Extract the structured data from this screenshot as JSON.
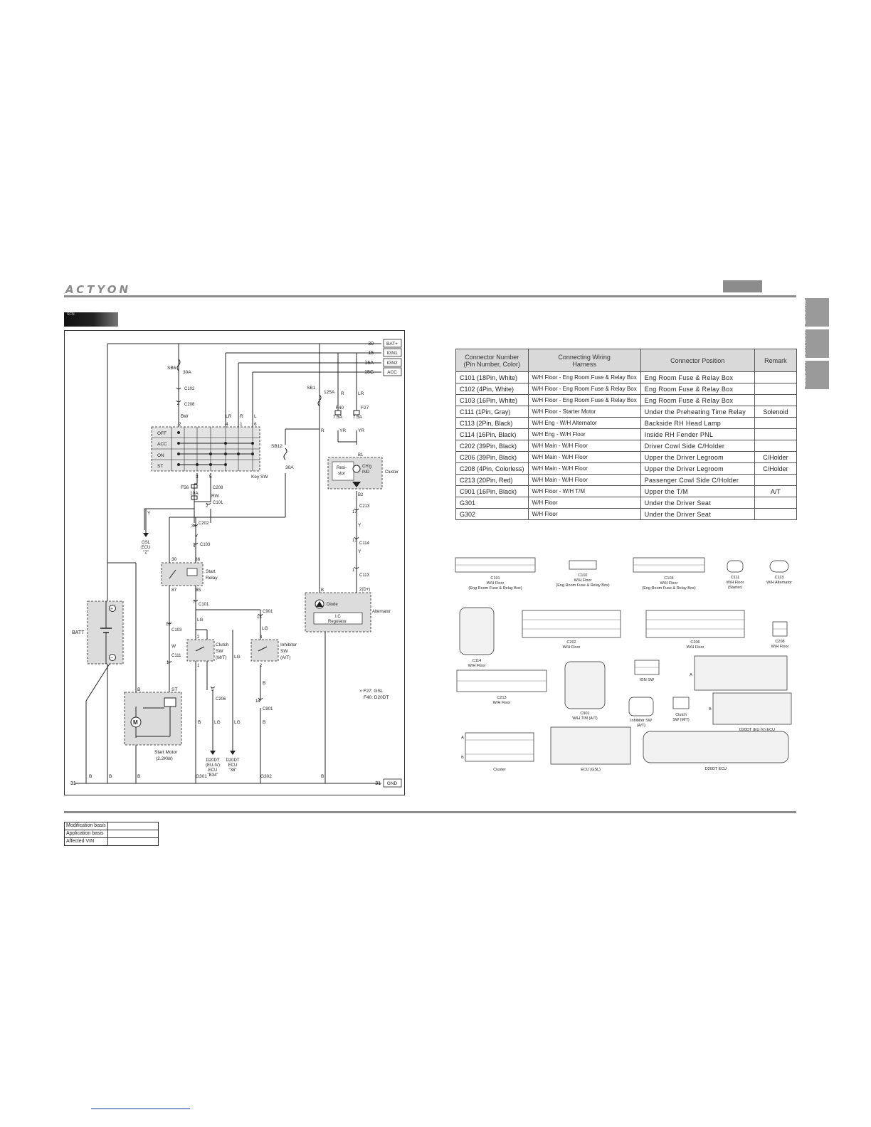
{
  "header": {
    "logo": "ACTYON"
  },
  "section_tag": "SCN",
  "side_tabs": [
    "ENGINE",
    "CHASSIS",
    "ELECTRIC"
  ],
  "diagram": {
    "terminals": [
      {
        "num": "30",
        "label": "BAT+"
      },
      {
        "num": "15",
        "label": "IGN1"
      },
      {
        "num": "15A",
        "label": "IGN2"
      },
      {
        "num": "15C",
        "label": "ACC"
      }
    ],
    "ground": {
      "num_left": "31",
      "num_right": "31",
      "label": "GND"
    },
    "fuses": {
      "sb6": "SB6",
      "sb6_rating": "30A",
      "sb1": "SB1",
      "sb1_rating": "125A",
      "sb12": "SB12",
      "sb12_rating": "30A",
      "f40": "F40",
      "f40_rating": "7.5A",
      "f27": "F27",
      "f27_rating": "7.5A",
      "f56": "F56",
      "f56_rating": "10A"
    },
    "key_switch": {
      "label": "Key SW",
      "positions": [
        "OFF",
        "ACC",
        "ON",
        "ST"
      ],
      "pins_top": [
        "2",
        "4",
        "1",
        "6"
      ],
      "pins_bottom": [
        "3",
        "5"
      ]
    },
    "connectors": {
      "c102": "C102",
      "c208a": "C208",
      "c208b": "C208",
      "c101a": "C101",
      "c101b": "C101",
      "c202": "C202",
      "c103a": "C103",
      "c103b": "C103",
      "c111": "C111",
      "c213": "C213",
      "c114": "C114",
      "c113": "C113",
      "c901a": "C901",
      "c901b": "C901",
      "c206": "C206"
    },
    "pins": {
      "p4": "4",
      "p2a": "2",
      "p34": "34",
      "p4b": "4",
      "p7": "7",
      "p12": "12",
      "p1": "1",
      "p5": "5",
      "p13": "13",
      "p14": "14",
      "p17": "17",
      "p13b": "13",
      "p1b": "1",
      "p2b": "2",
      "p1c": "1",
      "p3": "3",
      "p2c": "2",
      "dplus": "2(D+)"
    },
    "relay": {
      "label1": "Start",
      "label2": "Relay",
      "p30": "30",
      "p86": "86",
      "p87": "87",
      "p85": "85"
    },
    "cluster": {
      "label": "Cluster",
      "resistor1": "Resi-",
      "resistor2": "stor",
      "ind1": "CH'g",
      "ind2": "IND",
      "b1": "B1",
      "b2": "B2"
    },
    "alternator": {
      "label": "Alternator",
      "diode": "Diode",
      "reg1": "I.C",
      "reg2": "Regulator",
      "b": "B"
    },
    "batt": {
      "label": "BATT",
      "plus": "+",
      "minus": "−"
    },
    "starter": {
      "label1": "Start Motor",
      "label2": "(2.2KW)",
      "b": "B",
      "st": "ST",
      "m": "M"
    },
    "clutch_sw": {
      "l1": "Clutch",
      "l2": "SW",
      "l3": "(M/T)"
    },
    "inhibitor_sw": {
      "l1": "Inhibitor",
      "l2": "SW",
      "l3": "(A/T)"
    },
    "gsl_ecu": {
      "l1": "GSL",
      "l2": "ECU",
      "l3": "\"2\""
    },
    "d20dt_ecu1": {
      "l1": "D20DT",
      "l2": "(EU-IV)",
      "l3": "ECU",
      "l4": "\"B34\""
    },
    "d20dt_ecu2": {
      "l1": "D20DT",
      "l2": "ECU",
      "l3": "\"38\""
    },
    "grounds": {
      "g301": "G301",
      "g302": "G302"
    },
    "wires": {
      "bw": "BW",
      "lr": "LR",
      "r": "R",
      "l": "L",
      "rw": "RW",
      "y": "Y",
      "w": "W",
      "lg": "LG",
      "b": "B",
      "yr": "YR"
    },
    "notes": [
      "× F27: GSL",
      "F40: D20DT"
    ]
  },
  "connector_table": {
    "headers": [
      [
        "Connector Number",
        "(Pin Number, Color)"
      ],
      [
        "Connecting Wiring",
        "Harness"
      ],
      [
        "Connector Position"
      ],
      [
        "Remark"
      ]
    ],
    "rows": [
      [
        "C101 (18Pin, White)",
        "W/H Floor - Eng Room Fuse & Relay Box",
        "Eng Room Fuse & Relay Box",
        ""
      ],
      [
        "C102 (4Pin, White)",
        "W/H Floor - Eng Room Fuse & Relay Box",
        "Eng Room Fuse & Relay Box",
        ""
      ],
      [
        "C103 (16Pin, White)",
        "W/H Floor - Eng Room Fuse & Relay Box",
        "Eng Room Fuse & Relay Box",
        ""
      ],
      [
        "C111 (1Pin, Gray)",
        "W/H Floor - Starter Motor",
        "Under the Preheating Time Relay",
        "Solenoid"
      ],
      [
        "C113 (2Pin, Black)",
        "W/H Eng - W/H Alternator",
        "Backside RH Head Lamp",
        ""
      ],
      [
        "C114 (16Pin, Black)",
        "W/H Eng - W/H Floor",
        "Inside RH Fender PNL",
        ""
      ],
      [
        "C202 (39Pin, Black)",
        "W/H Main - W/H Floor",
        "Driver Cowl Side C/Holder",
        ""
      ],
      [
        "C206 (39Pin, Black)",
        "W/H Main - W/H Floor",
        "Upper the Driver Legroom",
        "C/Holder"
      ],
      [
        "C208 (4Pin, Colorless)",
        "W/H Main - W/H Floor",
        "Upper the Driver Legroom",
        "C/Holder"
      ],
      [
        "C213 (20Pin, Red)",
        "W/H Main - W/H Floor",
        "Passenger Cowl Side C/Holder",
        ""
      ],
      [
        "C901 (16Pin, Black)",
        "W/H Floor - W/H T/M",
        "Upper the T/M",
        "A/T"
      ],
      [
        "G301",
        "W/H Floor",
        "Under the Driver Seat",
        ""
      ],
      [
        "G302",
        "W/H Floor",
        "Under the Driver Seat",
        ""
      ]
    ]
  },
  "connector_views": {
    "c101": {
      "l1": "C101",
      "l2": "W/H Floor",
      "l3": "(Eng Room Fuse & Relay Box)"
    },
    "c102": {
      "l1": "C102",
      "l2": "W/H Floor",
      "l3": "(Eng Room Fuse & Relay Box)"
    },
    "c103": {
      "l1": "C103",
      "l2": "W/H Floor",
      "l3": "(Eng Room Fuse & Relay Box)"
    },
    "c111": {
      "l1": "C111",
      "l2": "W/H Floor",
      "l3": "(Starter)"
    },
    "c113": {
      "l1": "C113",
      "l2": "W/H Alternator"
    },
    "c114": {
      "l1": "C114",
      "l2": "W/H Floor"
    },
    "c202": {
      "l1": "C202",
      "l2": "W/H Floor"
    },
    "c206": {
      "l1": "C206",
      "l2": "W/H Floor"
    },
    "c208": {
      "l1": "C208",
      "l2": "W/H Floor"
    },
    "c213": {
      "l1": "C213",
      "l2": "W/H Floor"
    },
    "c901": {
      "l1": "C901",
      "l2": "W/H T/M (A/T)"
    },
    "ign_sw": {
      "l1": "IGN SW"
    },
    "d20dt_eu4": {
      "l1": "D20DT (EU IV) ECU",
      "a": "A",
      "b": "B"
    },
    "inhibitor": {
      "l1": "Inhibitor SW",
      "l2": "(A/T)"
    },
    "clutch": {
      "l1": "Clutch",
      "l2": "SW (M/T)"
    },
    "cluster": {
      "l1": "Cluster",
      "a": "A",
      "b": "B"
    },
    "ecu_gsl": {
      "l1": "ECU (GSL)"
    },
    "d20dt": {
      "l1": "D20DT ECU"
    }
  },
  "modification_table": [
    {
      "label": "Modification basis",
      "value": ""
    },
    {
      "label": "Application basis",
      "value": ""
    },
    {
      "label": "Affected VIN",
      "value": ""
    }
  ]
}
